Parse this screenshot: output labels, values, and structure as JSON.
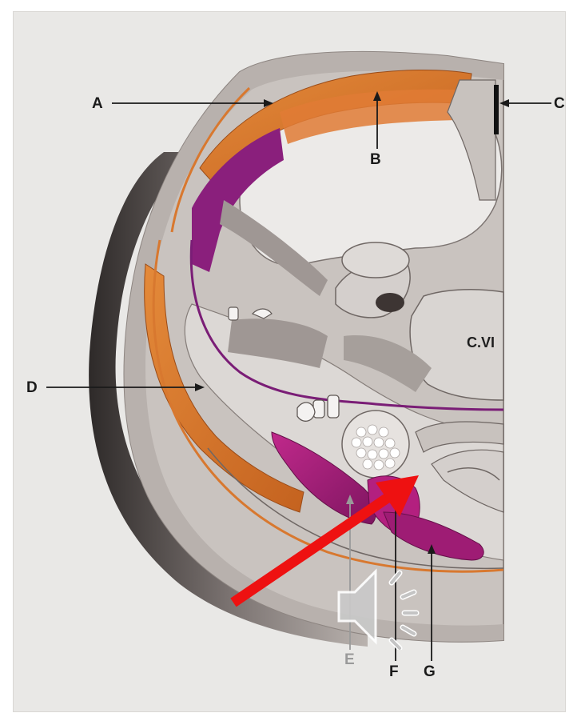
{
  "labels": {
    "A": "A",
    "B": "B",
    "C": "C",
    "D": "D",
    "E": "E",
    "F": "F",
    "G": "G"
  },
  "annotation": "C.VI",
  "icons": {
    "speaker": "speaker-icon",
    "arrow": "red-arrow-pointer"
  },
  "colors": {
    "plate": "#e9e8e6",
    "tissue": "#cfc9c5",
    "muscle_orange": "#d8782f",
    "muscle_purple": "#8a1f7c",
    "muscle_magenta": "#b3207f",
    "pointer_red": "#ee1111",
    "speaker_gray": "#c9c9c9"
  }
}
